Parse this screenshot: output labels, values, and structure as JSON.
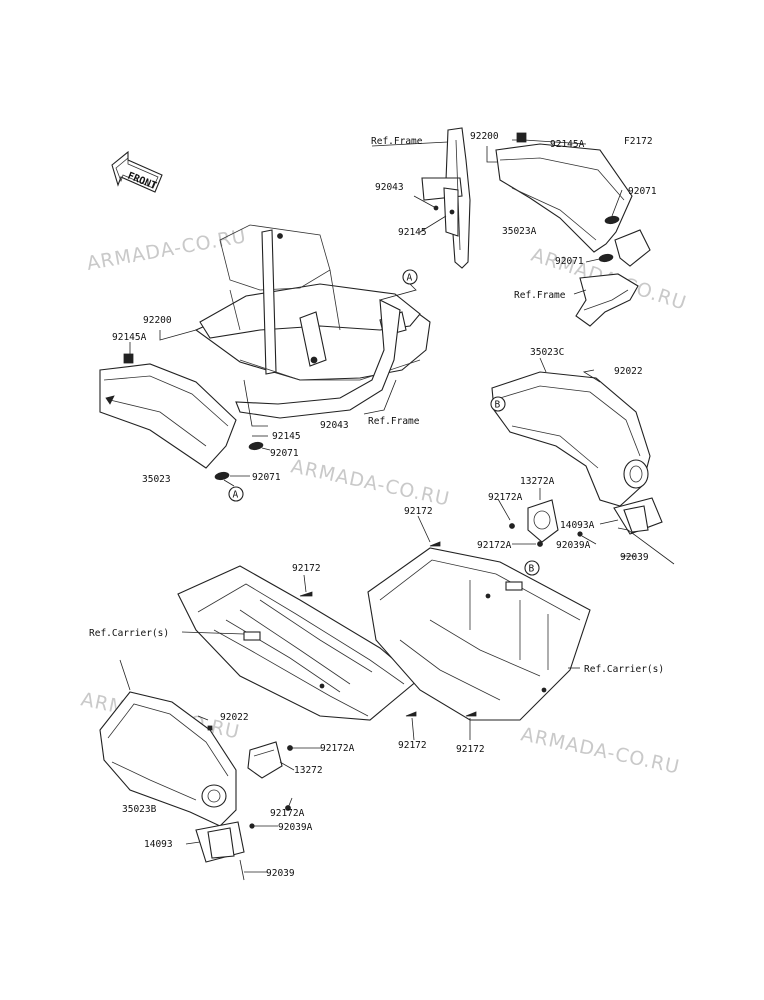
{
  "diagram_code": "F2172",
  "front_label": "FRONT",
  "watermark": "ARMADA-CO.RU",
  "callouts": {
    "a": "A",
    "b": "B"
  },
  "labels": {
    "ref_frame_top": "Ref.Frame",
    "p92200_top": "92200",
    "p92145A_top": "92145A",
    "p92043_top": "92043",
    "p92145_top": "92145",
    "p35023A": "35023A",
    "p92071_top_right": "92071",
    "p92071_top_mid": "92071",
    "ref_frame_right": "Ref.Frame",
    "p92200_left": "92200",
    "p92145A_left": "92145A",
    "p35023": "35023",
    "p92043_mid": "92043",
    "p92145_mid": "92145",
    "p92071_mid": "92071",
    "p92071_low": "92071",
    "ref_frame_mid": "Ref.Frame",
    "p35023C": "35023C",
    "p92022_right": "92022",
    "p13272A": "13272A",
    "p92172A_r1": "92172A",
    "p92172A_r2": "92172A",
    "p14093A": "14093A",
    "p92039A_right": "92039A",
    "p92039_right": "92039",
    "p92172_center": "92172",
    "p92172_left_top": "92172",
    "ref_carrier_left": "Ref.Carrier(s)",
    "ref_carrier_right": "Ref.Carrier(s)",
    "p92022_left": "92022",
    "p92172A_l1": "92172A",
    "p13272": "13272",
    "p92172A_l2": "92172A",
    "p35023B": "35023B",
    "p92039A_left": "92039A",
    "p14093": "14093",
    "p92039_left": "92039",
    "p92172_bottom_mid": "92172",
    "p92172_bottom_right": "92172"
  }
}
